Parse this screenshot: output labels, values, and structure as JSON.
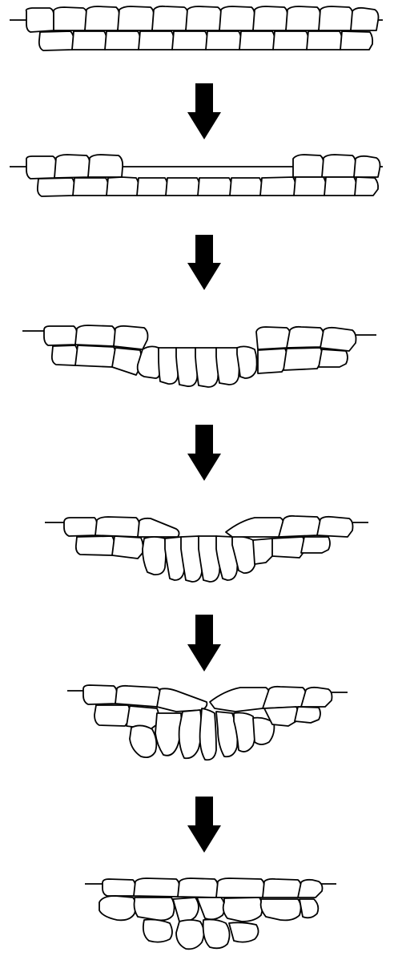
{
  "diagram": {
    "stroke_color": "#000000",
    "fill_color": "#ffffff",
    "stages": [
      {
        "id": "stage-1"
      },
      {
        "id": "stage-2"
      },
      {
        "id": "stage-3"
      },
      {
        "id": "stage-4"
      },
      {
        "id": "stage-5"
      },
      {
        "id": "stage-6"
      }
    ],
    "arrows": [
      {
        "icon": "down-arrow-icon"
      },
      {
        "icon": "down-arrow-icon"
      },
      {
        "icon": "down-arrow-icon"
      },
      {
        "icon": "down-arrow-icon"
      },
      {
        "icon": "down-arrow-icon"
      }
    ]
  }
}
